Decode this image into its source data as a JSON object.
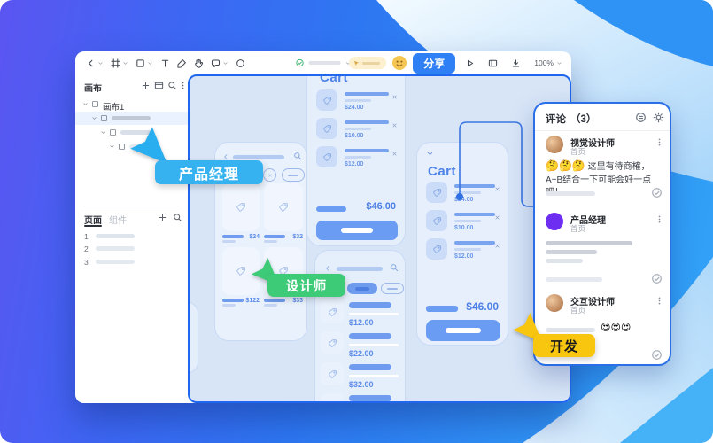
{
  "toolbar": {
    "share_label": "分享",
    "zoom_level": "100%",
    "left_icons": [
      "back",
      "move-frame",
      "rectangle",
      "text",
      "pen",
      "hand",
      "comment",
      "lasso"
    ],
    "right_icons": [
      "play",
      "insert",
      "export",
      "zoom"
    ],
    "status_icon": "check-circle-green"
  },
  "sidebar": {
    "canvas_section_title": "画布",
    "canvas_section_icons": [
      "plus",
      "board",
      "search",
      "more"
    ],
    "tree_root_label": "画布1",
    "pages_tab": "页面",
    "components_tab": "组件",
    "page_numbers": [
      "1",
      "2",
      "3"
    ]
  },
  "canvas": {
    "frame_cart_top": {
      "title": "Cart",
      "prices": [
        "$24.00",
        "$10.00",
        "$12.00"
      ],
      "total": "$46.00"
    },
    "frame_cart_right": {
      "title": "Cart",
      "prices": [
        "$24.00",
        "$10.00",
        "$12.00"
      ],
      "total": "$46.00"
    },
    "frame_grid": {
      "prices": [
        "$24",
        "$32",
        "$122",
        "$33"
      ]
    },
    "frame_list": {
      "prices": [
        "$12.00",
        "$22.00",
        "$32.00"
      ]
    },
    "cursors": {
      "pm": {
        "label": "产品经理",
        "color": "#35b2ef"
      },
      "designer": {
        "label": "设计师",
        "color": "#3ecb78"
      },
      "dev": {
        "label": "开发",
        "color": "#f9c60f"
      }
    }
  },
  "comments": {
    "title": "评论",
    "count": "（3）",
    "header_icons": [
      "comment-list",
      "settings"
    ],
    "items": [
      {
        "name": "视觉设计师",
        "location": "首页",
        "emojis": "🤔🤔🤔",
        "text": "这里有待商榷，A+B结合一下可能会好一点吧！"
      },
      {
        "name": "产品经理",
        "location": "首页"
      },
      {
        "name": "交互设计师",
        "location": "首页",
        "emojis": "😍😍😍"
      }
    ]
  }
}
